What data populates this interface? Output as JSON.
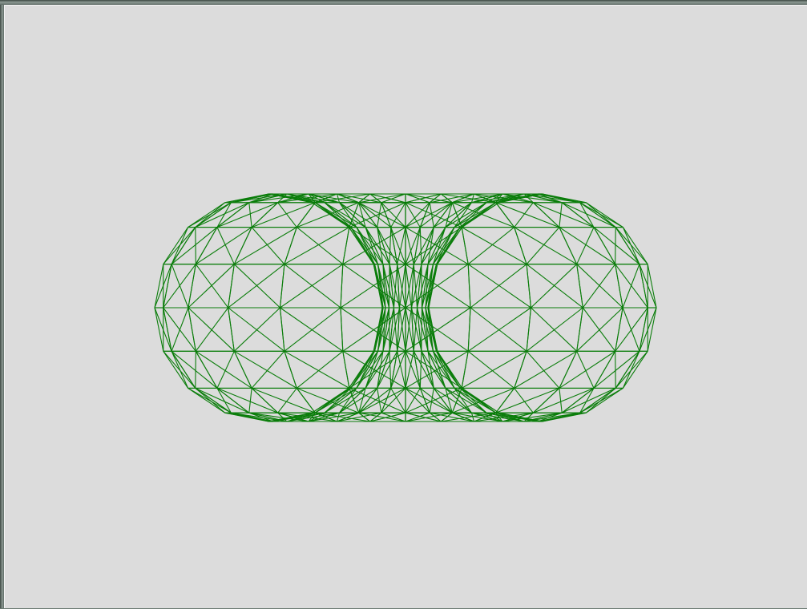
{
  "scene": {
    "object": "torus-wireframe",
    "line_color": "#0a7d0a",
    "background_color": "#dcdcdc",
    "major_segments": 24,
    "minor_segments": 16,
    "tilt_degrees": 90
  }
}
